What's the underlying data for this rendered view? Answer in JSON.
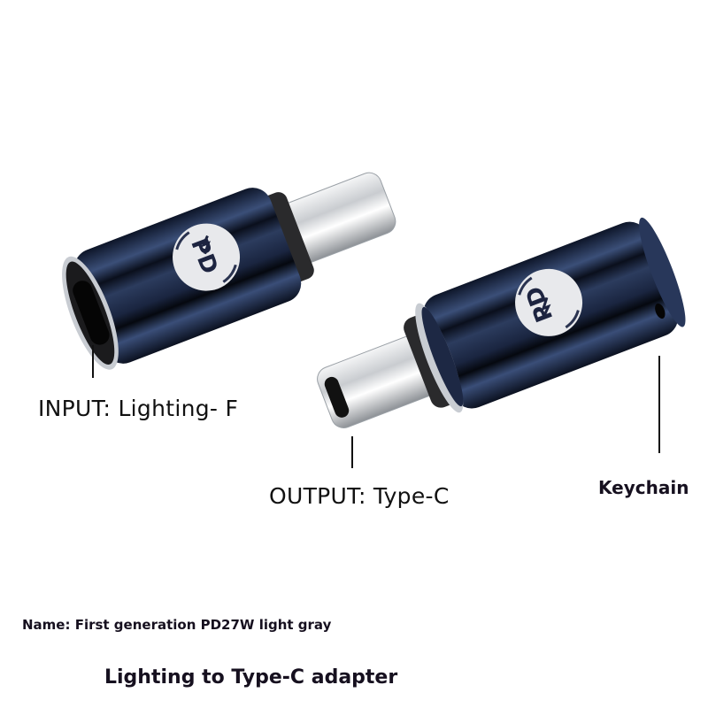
{
  "callouts": {
    "input": {
      "label": "INPUT: Lighting- F"
    },
    "output": {
      "label": "OUTPUT: Type-C"
    },
    "keychain": {
      "label": "Keychain"
    }
  },
  "product": {
    "name_line": "Name: First generation PD27W light gray",
    "title": "Lighting to Type-C adapter",
    "badge_text": "PD",
    "badge_icon": "lightning-bolt-icon",
    "body_color": "#22304e",
    "badge_color": "#e8e9ec",
    "connector_color": "#d3d5d8"
  }
}
